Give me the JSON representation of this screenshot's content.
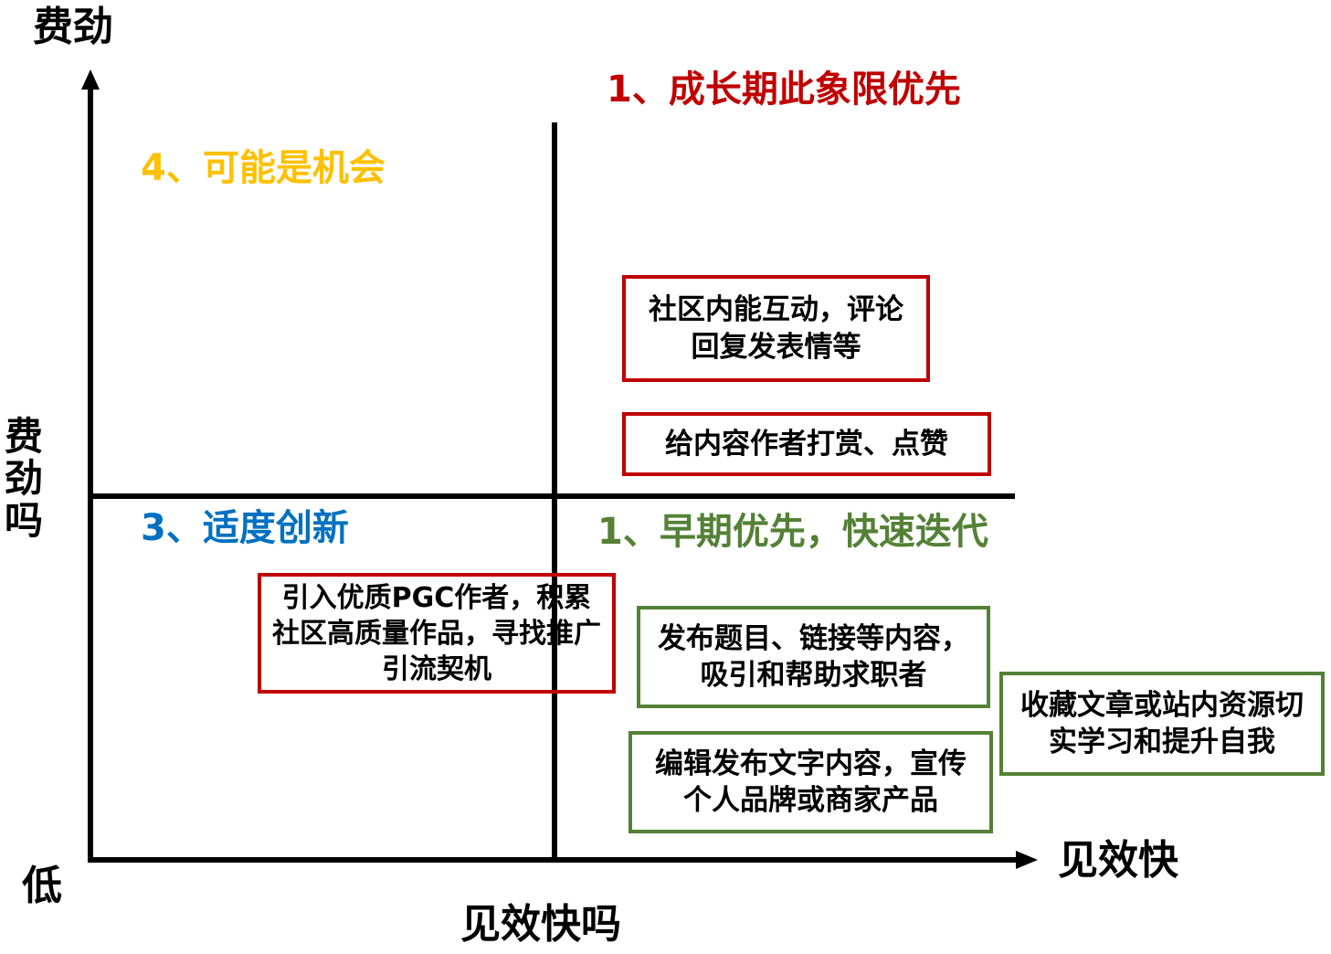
{
  "axes": {
    "y_top_label": "费劲",
    "y_side_label": "费劲吗",
    "origin_label": "低",
    "x_right_label": "见效快",
    "x_bottom_label": "见效快吗"
  },
  "quadrants": {
    "q1_title": "1、成长期此象限优先",
    "q4_title": "4、可能是机会",
    "q3_title": "3、适度创新",
    "q_early_title": "1、早期优先，快速迭代"
  },
  "colors": {
    "red": "#c00000",
    "gold": "#ffc000",
    "blue": "#0070c0",
    "green": "#538135"
  },
  "boxes": {
    "interact": "社区内能互动，评论回复发表情等",
    "reward": "给内容作者打赏、点赞",
    "pgc": "引入优质PGC作者，积累社区高质量作品，寻找推广引流契机",
    "publish": "发布题目、链接等内容，吸引和帮助求职者",
    "collect": "收藏文章或站内资源切实学习和提升自我",
    "edit": "编辑发布文字内容，宣传个人品牌或商家产品"
  }
}
